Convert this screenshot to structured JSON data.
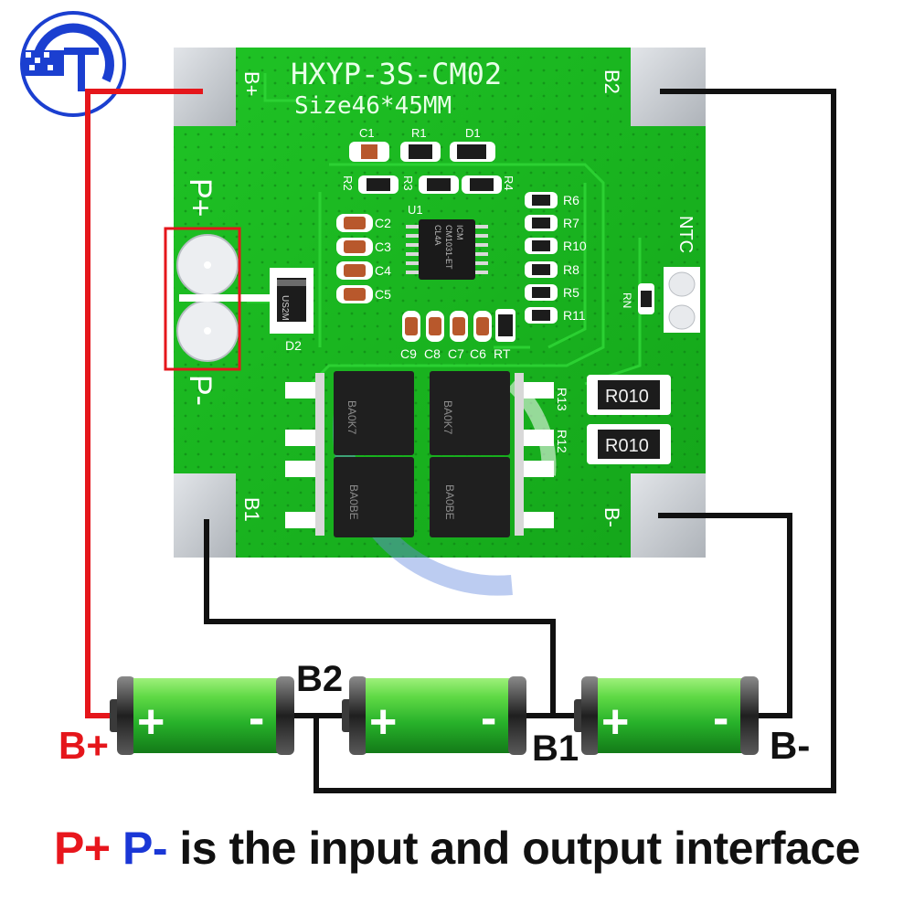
{
  "board": {
    "model": "HXYP-3S-CM02",
    "size": "Size46*45MM",
    "pad_labels": {
      "b_plus": "B+",
      "b2": "B2",
      "b1": "B1",
      "b_minus": "B-"
    },
    "port_labels": {
      "p_plus": "P+",
      "p_minus": "P-"
    },
    "ntc_label": "NTC",
    "rn_label": "RN",
    "ic_label": "U1",
    "ic_marking": [
      "ICM",
      "CM1031-ET",
      "CL4A"
    ],
    "diode_label": "D2",
    "diode_marking": "US2M",
    "component_labels": {
      "top_row": [
        "C1",
        "R1",
        "D1"
      ],
      "r2": "R2",
      "r3": "R3",
      "r4": "R4",
      "caps_left": [
        "C2",
        "C3",
        "C4",
        "C5"
      ],
      "resistors_right": [
        "R6",
        "R7",
        "R10",
        "R8",
        "R5",
        "R11"
      ],
      "bottom_caps": [
        "C9",
        "C8",
        "C7",
        "C6",
        "RT"
      ],
      "r13": "R13",
      "r12": "R12"
    },
    "resistor_marking": "R010",
    "mosfet_marking": [
      "BA0K7",
      "BA0K7",
      "BA0BE",
      "BA0BE"
    ]
  },
  "diagram": {
    "labels": {
      "b_plus": "B+",
      "b2": "B2",
      "b1": "B1",
      "b_minus": "B-"
    },
    "battery": {
      "plus": "+",
      "minus": "-",
      "count": 3
    }
  },
  "caption": {
    "p_plus": "P+",
    "p_minus": "P-",
    "rest": "is the input and output interface"
  },
  "colors": {
    "pcb": "#16b51b",
    "pcb_dark": "#0e8f15",
    "pad": "#c8ccd2",
    "wire_red": "#e5161b",
    "wire_black": "#111111",
    "caption_red": "#e8161d",
    "caption_blue": "#1a37d6",
    "battery_green": "#38c83a",
    "logo_blue": "#1b3fd0"
  },
  "icons": {
    "logo": "brand-logo-icon"
  }
}
